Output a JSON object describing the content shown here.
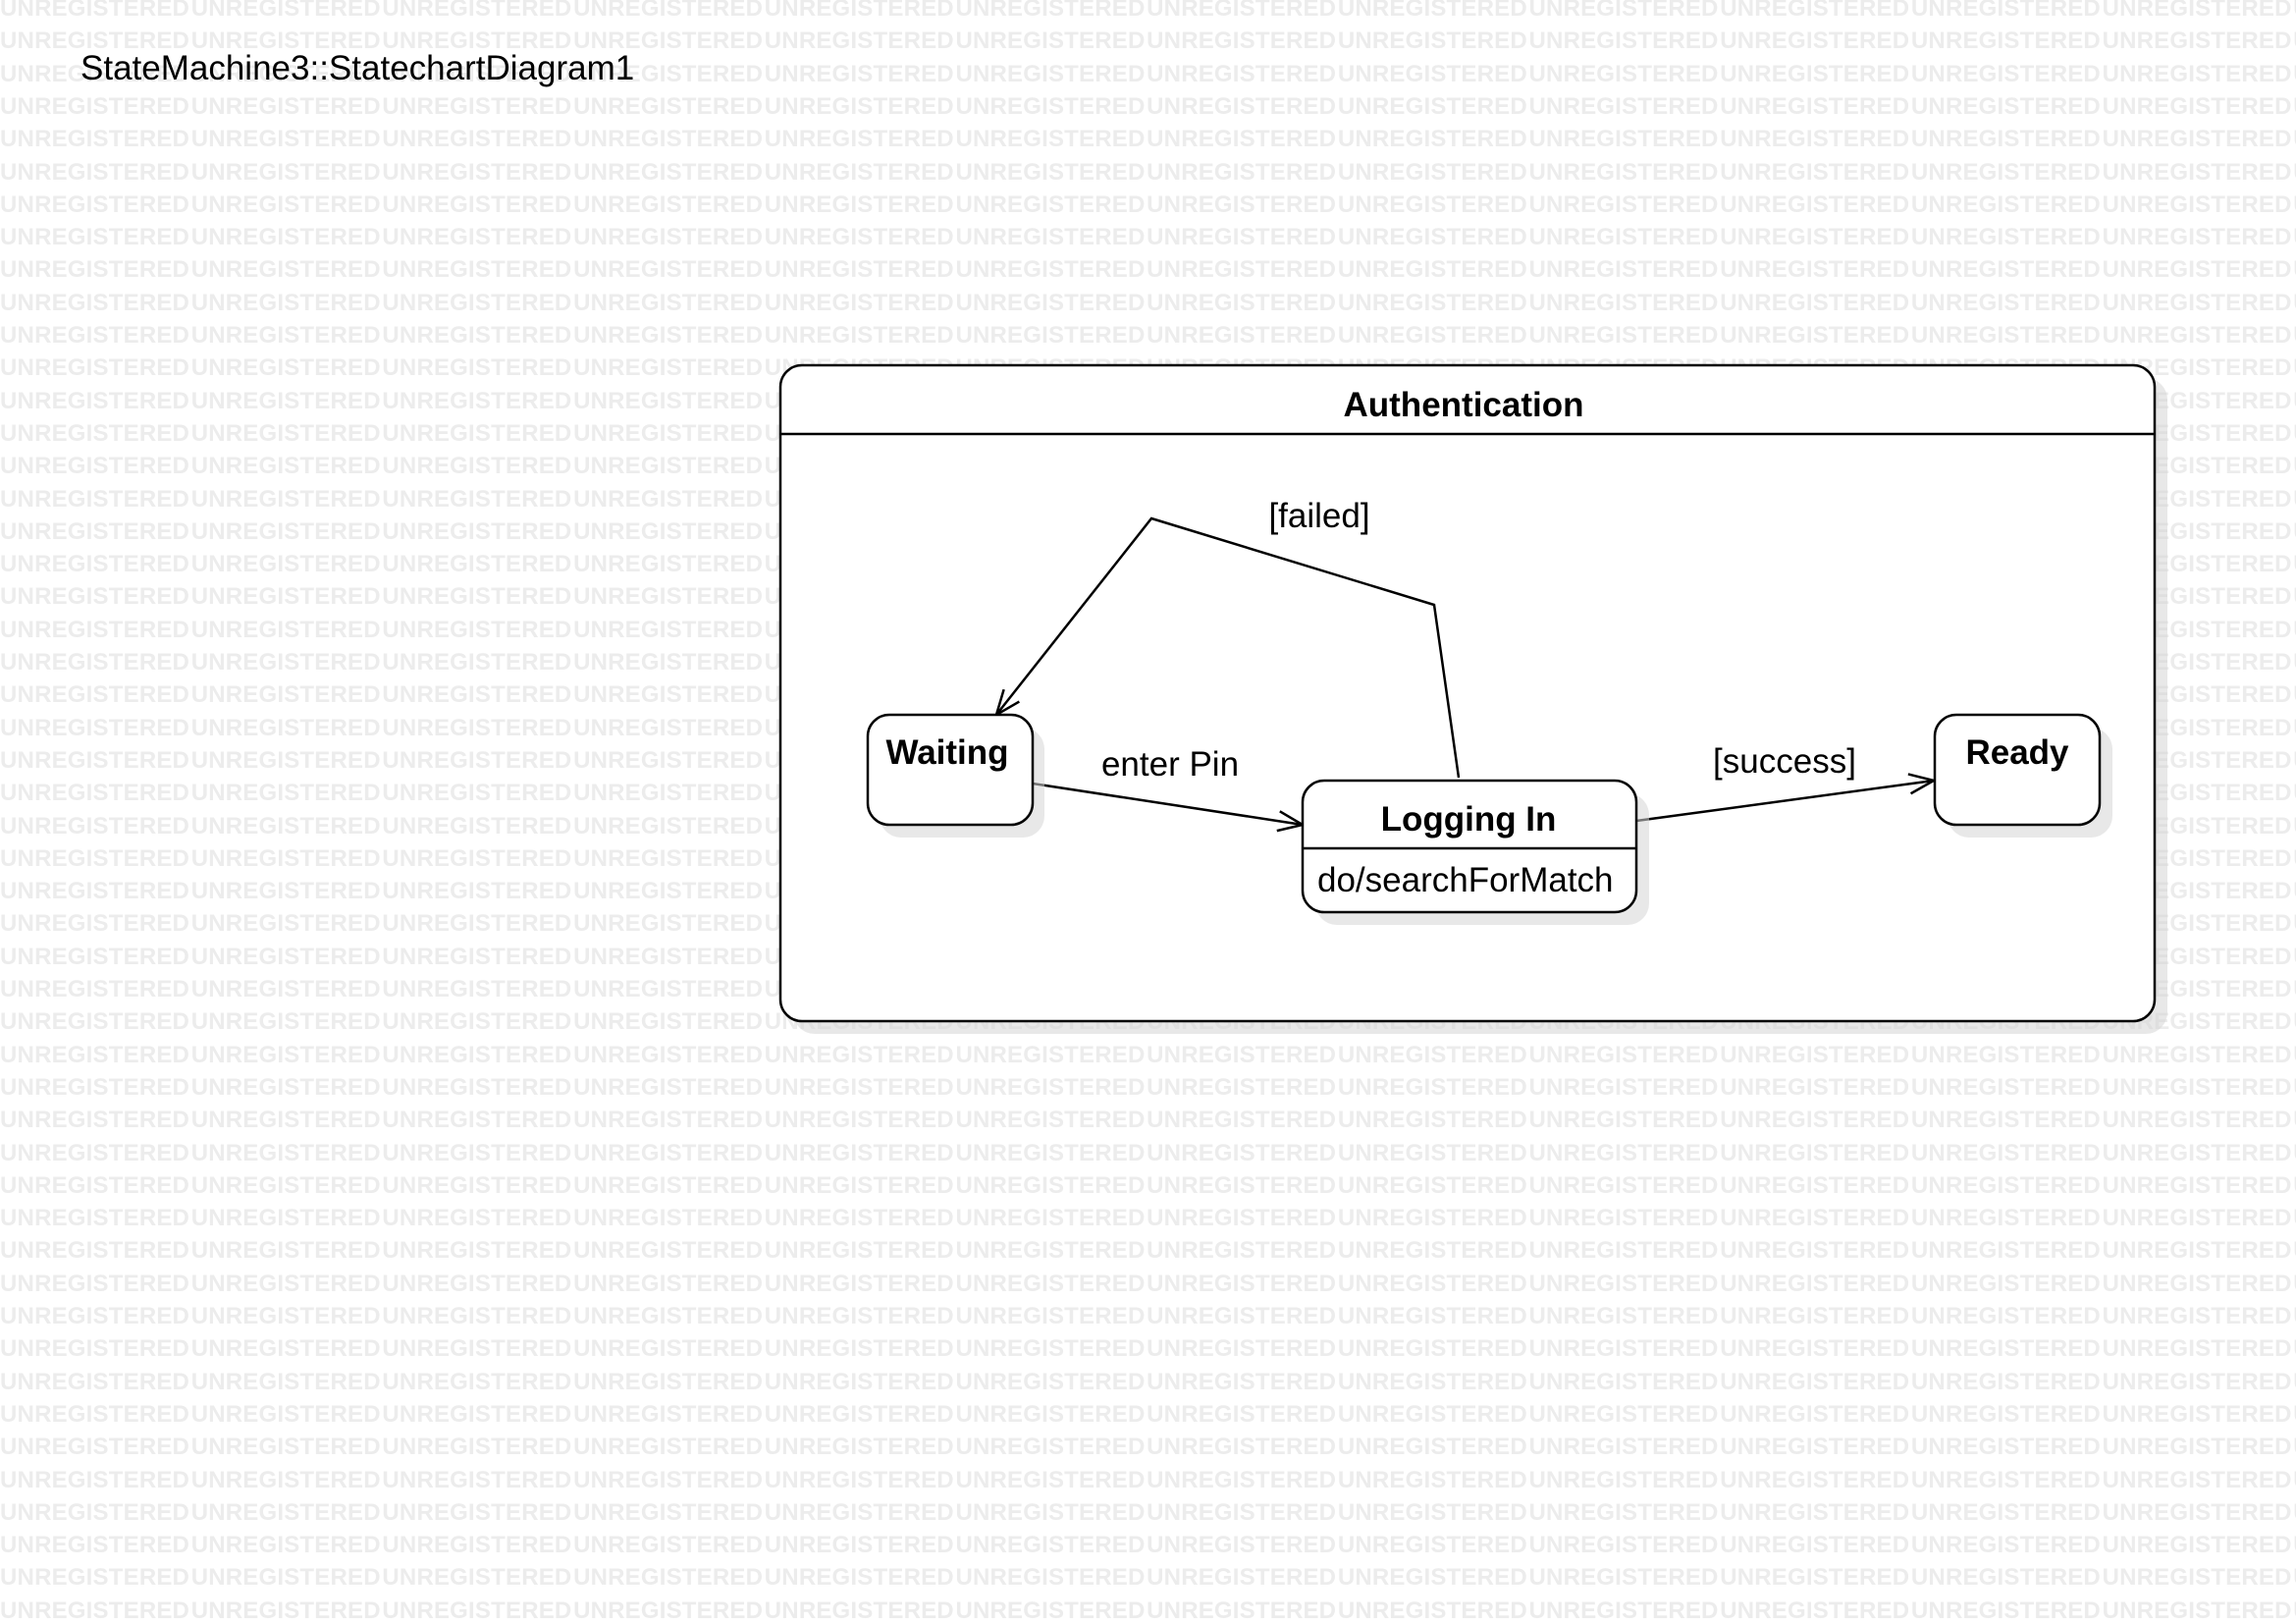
{
  "diagram": {
    "title": "StateMachine3::StatechartDiagram1",
    "watermark": "UNREGISTERED",
    "composite_state": {
      "name": "Authentication"
    },
    "states": {
      "waiting": {
        "name": "Waiting"
      },
      "logging_in": {
        "name": "Logging In",
        "activity": "do/searchForMatch"
      },
      "ready": {
        "name": "Ready"
      }
    },
    "transitions": {
      "enter_pin": {
        "label": "enter Pin",
        "from": "Waiting",
        "to": "Logging In"
      },
      "failed": {
        "label": "[failed]",
        "from": "Logging In",
        "to": "Waiting"
      },
      "success": {
        "label": "[success]",
        "from": "Logging In",
        "to": "Ready"
      }
    }
  }
}
